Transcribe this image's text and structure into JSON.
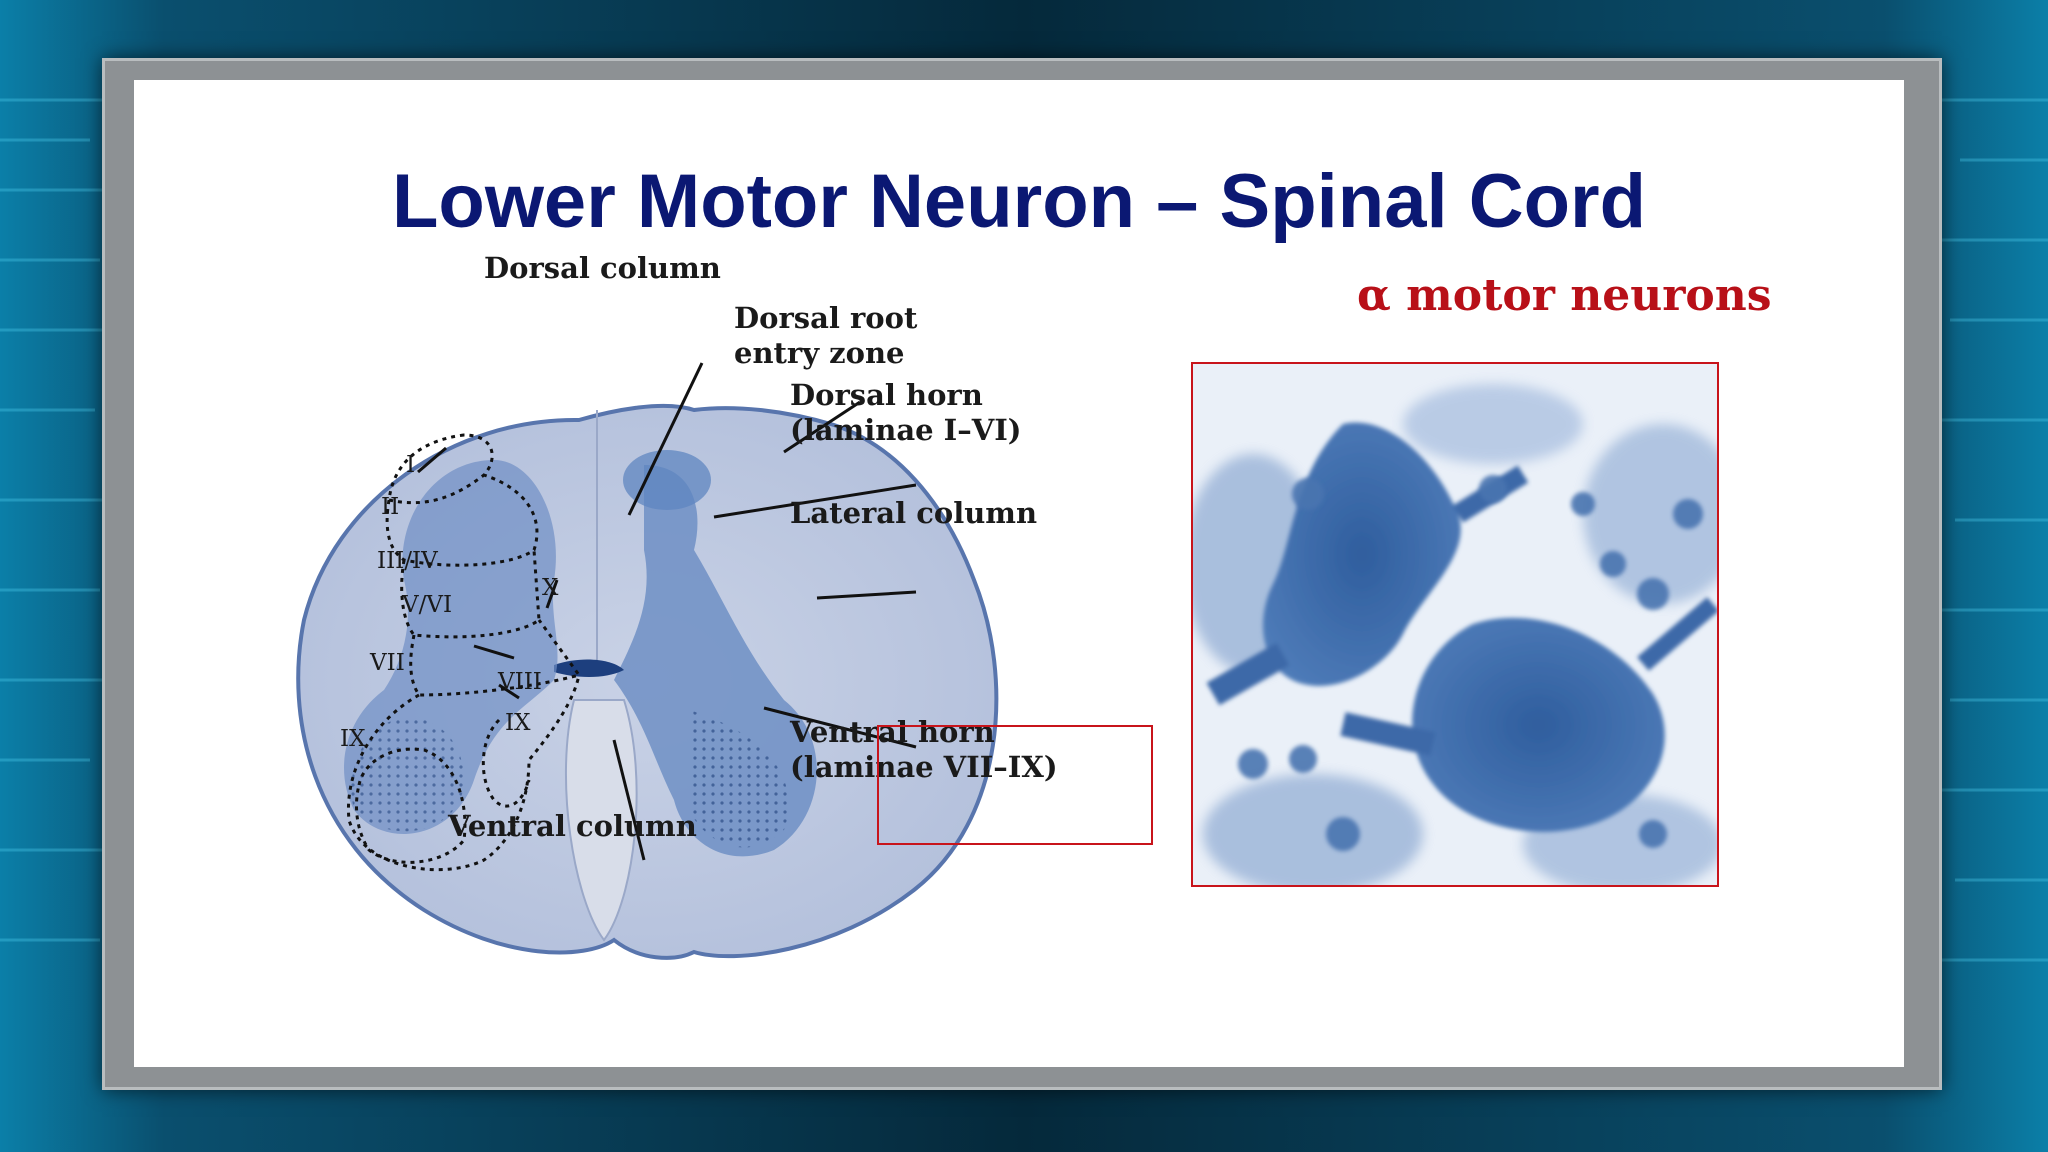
{
  "slide": {
    "title": "Lower Motor Neuron – Spinal Cord"
  },
  "cord_diagram": {
    "labels": {
      "dorsal_column": "Dorsal column",
      "dorsal_root_line1": "Dorsal root",
      "dorsal_root_line2": "entry zone",
      "dorsal_horn_line1": "Dorsal horn",
      "dorsal_horn_line2": "(laminae I–VI)",
      "lateral_column": "Lateral column",
      "ventral_horn_line1": "Ventral horn",
      "ventral_horn_line2": "(laminae VII–IX)",
      "ventral_column": "Ventral column"
    },
    "laminae": {
      "I": "I",
      "II": "II",
      "III_IV": "III/IV",
      "V_VI": "V/VI",
      "X": "X",
      "VII": "VII",
      "VIII": "VIII",
      "IX_outer": "IX",
      "IX_inner": "IX"
    }
  },
  "micrograph": {
    "title": "α motor neurons"
  },
  "colors": {
    "title": "#0b1873",
    "highlight": "#c8141b",
    "stain": "#3f6fae"
  }
}
